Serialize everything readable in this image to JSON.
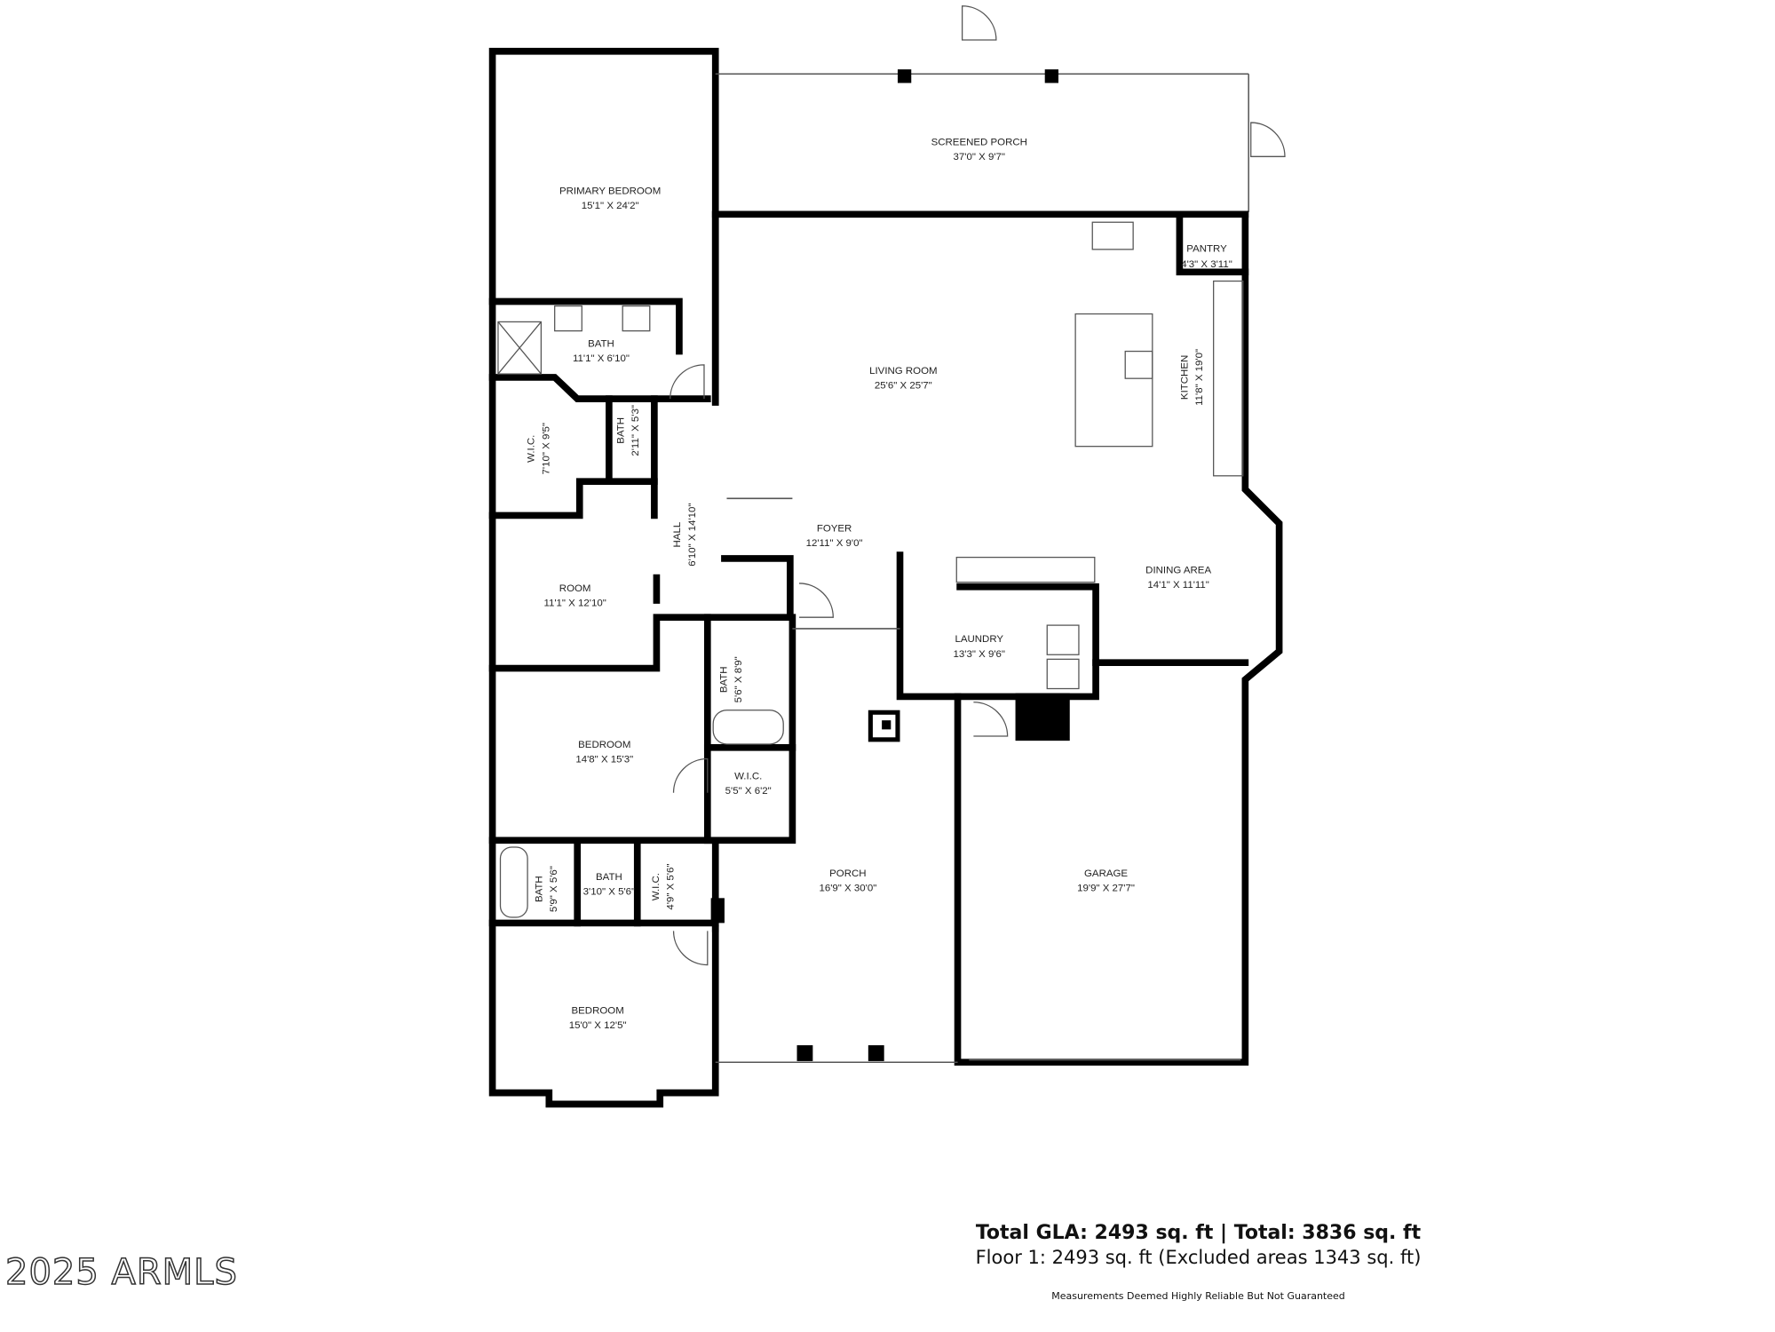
{
  "rooms": {
    "screened_porch": {
      "name": "SCREENED PORCH",
      "dim": "37'0\" X 9'7\""
    },
    "primary_bedroom": {
      "name": "PRIMARY BEDROOM",
      "dim": "15'1\" X 24'2\""
    },
    "primary_bath": {
      "name": "BATH",
      "dim": "11'1\" X 6'10\""
    },
    "wic_primary": {
      "name": "W.I.C.",
      "dim": "7'10\" X 9'5\""
    },
    "bath_small": {
      "name": "BATH",
      "dim": "2'11\" X 5'3\""
    },
    "pantry": {
      "name": "PANTRY",
      "dim": "4'3\" X 3'11\""
    },
    "living_room": {
      "name": "LIVING ROOM",
      "dim": "25'6\" X 25'7\""
    },
    "kitchen": {
      "name": "KITCHEN",
      "dim": "11'8\" X 19'0\""
    },
    "hall": {
      "name": "HALL",
      "dim": "6'10\" X 14'10\""
    },
    "foyer": {
      "name": "FOYER",
      "dim": "12'11\" X 9'0\""
    },
    "dining_area": {
      "name": "DINING AREA",
      "dim": "14'1\" X 11'11\""
    },
    "room": {
      "name": "ROOM",
      "dim": "11'1\" X 12'10\""
    },
    "laundry": {
      "name": "LAUNDRY",
      "dim": "13'3\" X 9'6\""
    },
    "bath_hall": {
      "name": "BATH",
      "dim": "5'6\" X 8'9\""
    },
    "bedroom_2": {
      "name": "BEDROOM",
      "dim": "14'8\" X 15'3\""
    },
    "wic_2": {
      "name": "W.I.C.",
      "dim": "5'5\" X 6'2\""
    },
    "porch": {
      "name": "PORCH",
      "dim": "16'9\" X 30'0\""
    },
    "garage": {
      "name": "GARAGE",
      "dim": "19'9\" X 27'7\""
    },
    "bath_3": {
      "name": "BATH",
      "dim": "5'9\" X 5'6\""
    },
    "bath_4": {
      "name": "BATH",
      "dim": "3'10\" X 5'6\""
    },
    "wic_3": {
      "name": "W.I.C.",
      "dim": "4'9\" X 5'6\""
    },
    "bedroom_3": {
      "name": "BEDROOM",
      "dim": "15'0\" X 12'5\""
    }
  },
  "summary": {
    "total": "Total GLA: 2493 sq. ft | Total: 3836 sq. ft",
    "floor": "Floor 1: 2493 sq. ft (Excluded areas 1343 sq. ft)",
    "disclaimer": "Measurements Deemed Highly Reliable But Not Guaranteed"
  },
  "watermark": "2025 ARMLS"
}
